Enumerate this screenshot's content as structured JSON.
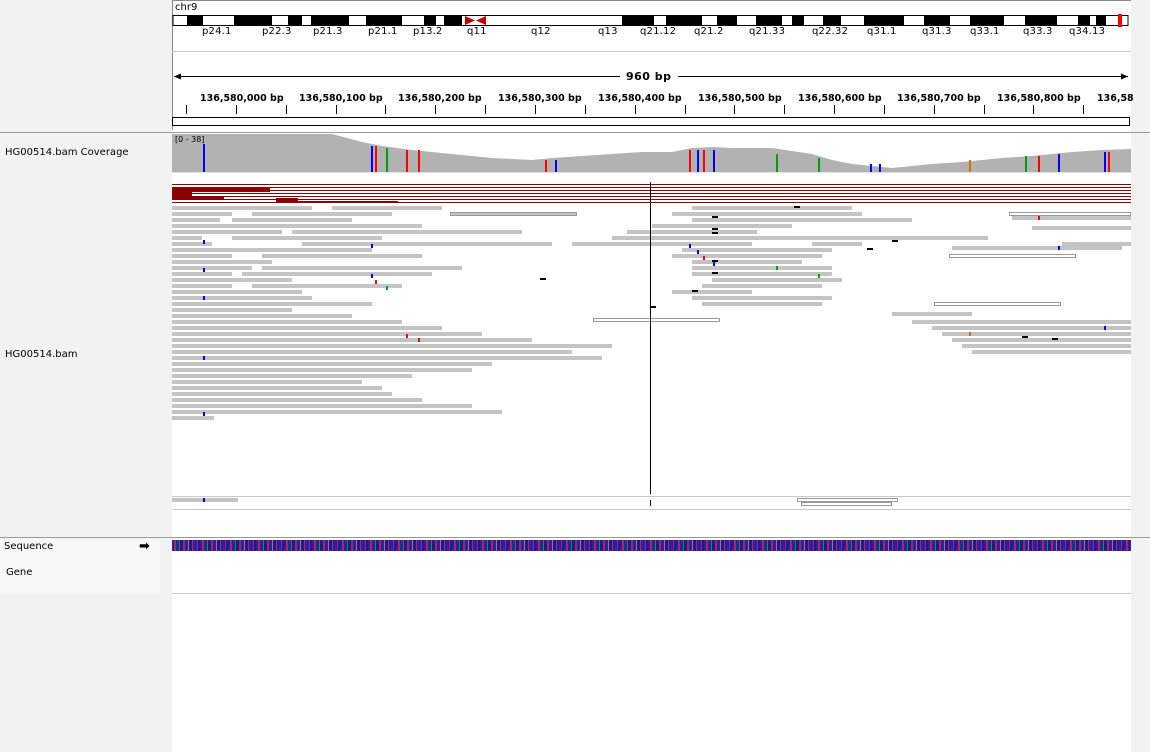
{
  "chromosome": {
    "name": "chr9",
    "bands": [
      "p24.1",
      "p22.3",
      "p21.3",
      "p21.1",
      "p13.2",
      "q11",
      "q12",
      "q13",
      "q21.12",
      "q21.2",
      "q21.33",
      "q22.32",
      "q31.1",
      "q31.3",
      "q33.1",
      "q33.3",
      "q34.13"
    ]
  },
  "ruler": {
    "span": "960 bp",
    "ticks": [
      "136,580,000 bp",
      "136,580,100 bp",
      "136,580,200 bp",
      "136,580,300 bp",
      "136,580,400 bp",
      "136,580,500 bp",
      "136,580,600 bp",
      "136,580,700 bp",
      "136,580,800 bp",
      "136,58"
    ]
  },
  "tracks": {
    "coverage": {
      "name": "HG00514.bam Coverage",
      "range": "[0 - 38]"
    },
    "alignment": {
      "name": "HG00514.bam"
    },
    "sequence": {
      "name": "Sequence",
      "arrow": "right-arrow-icon"
    },
    "gene": {
      "name": "Gene"
    }
  },
  "colors": {
    "read": "#c4c4c4",
    "coverage": "#b2b2b2",
    "mismatch_A": "#00a000",
    "mismatch_C": "#0000ff",
    "mismatch_G": "#d17105",
    "mismatch_T": "#ff0000",
    "discordant": "#8b0000",
    "cytoband_dark": "#000000",
    "centromere": "#c00000",
    "current_view": "#ff0000"
  }
}
